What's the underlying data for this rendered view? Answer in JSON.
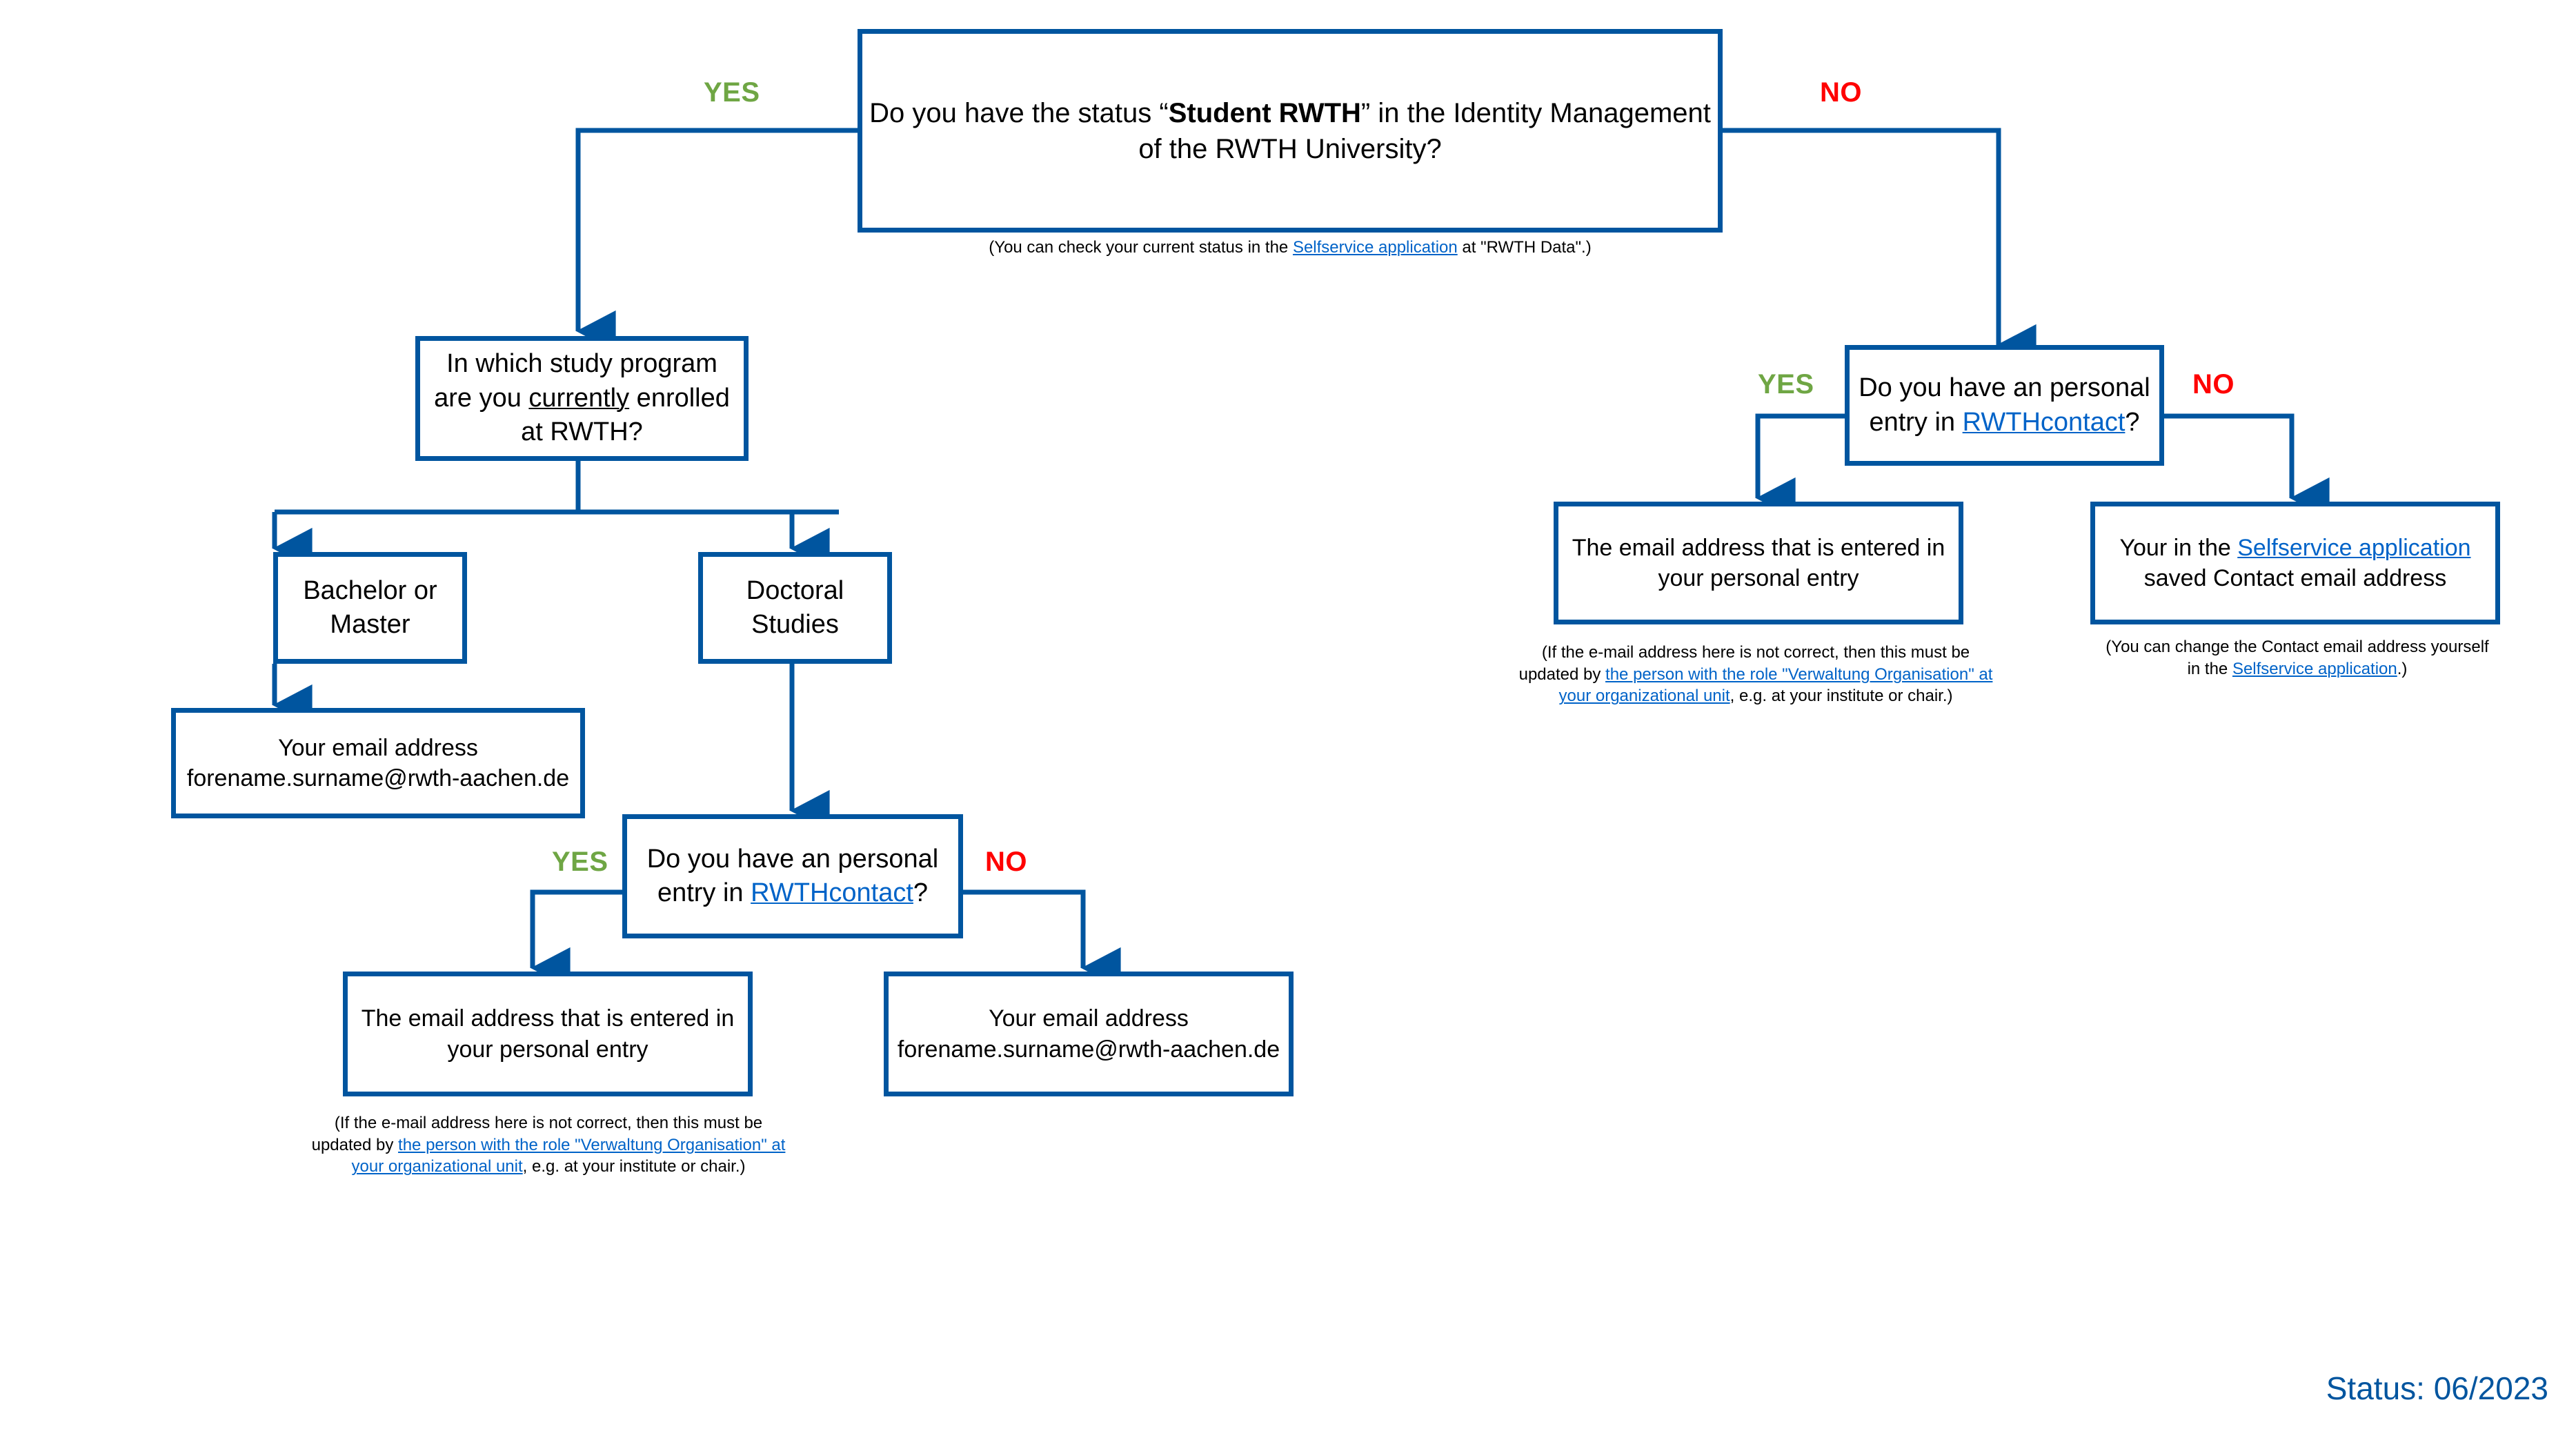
{
  "diagram": {
    "title_status": "Status: 06/2023",
    "colors": {
      "line_blue": "#00559F",
      "link_blue": "#0063C8",
      "yes_green": "#6FA644",
      "no_red": "#FF0000",
      "text_black": "#000000"
    },
    "labels": {
      "yes": "YES",
      "no": "NO"
    },
    "nodes": {
      "q_status": {
        "text_pre": "Do you have the status “",
        "text_bold": "Student RWTH",
        "text_post": "” in the Identity Management of the RWTH University?"
      },
      "q_status_caption": {
        "pre": "(You can check your current status in the ",
        "link": "Selfservice application",
        "post": " at \"RWTH Data\".)"
      },
      "q_program": {
        "pre": "In which study program are you ",
        "underline": "currently",
        "post": " enrolled at RWTH?"
      },
      "bachelor_master": "Bachelor or Master",
      "doctoral": "Doctoral Studies",
      "email_rwth_left": "Your email address forename.surname@rwth-aachen.de",
      "q_contact_left": {
        "pre": "Do you have an personal entry in ",
        "link": "RWTHcontact",
        "post": "?"
      },
      "personal_entry_left": "The email address that is entered in your personal entry",
      "email_rwth_left2": "Your email address forename.surname@rwth-aachen.de",
      "personal_entry_left_caption": {
        "l1": "(If the e-mail address here is not correct, then this must be",
        "l2_pre": "updated by ",
        "l2_link_a": "the person with the role \"Verwaltung Organisation\" at",
        "l3_link_b": "your organizational unit",
        "l3_post": ", e.g. at your institute or chair.)"
      },
      "q_contact_right": {
        "pre": "Do you have an personal entry in ",
        "link": "RWTHcontact",
        "post": "?"
      },
      "personal_entry_right": "The email address that is entered in your personal entry",
      "personal_entry_right_caption": {
        "l1": "(If the e-mail address here is not correct, then this must be",
        "l2_pre": "updated by ",
        "l2_link_a": "the person with the role \"Verwaltung Organisation\" at",
        "l3_link_b": "your organizational unit",
        "l3_post": ", e.g. at your institute or chair.)"
      },
      "selfservice_contact_right": {
        "pre": "Your in the ",
        "link": "Selfservice application",
        "post": " saved Contact email address"
      },
      "selfservice_contact_right_caption": {
        "l1": "(You can change the Contact email address yourself",
        "l2_pre": "in the ",
        "l2_link": "Selfservice application",
        "l2_post": ".)"
      }
    }
  }
}
